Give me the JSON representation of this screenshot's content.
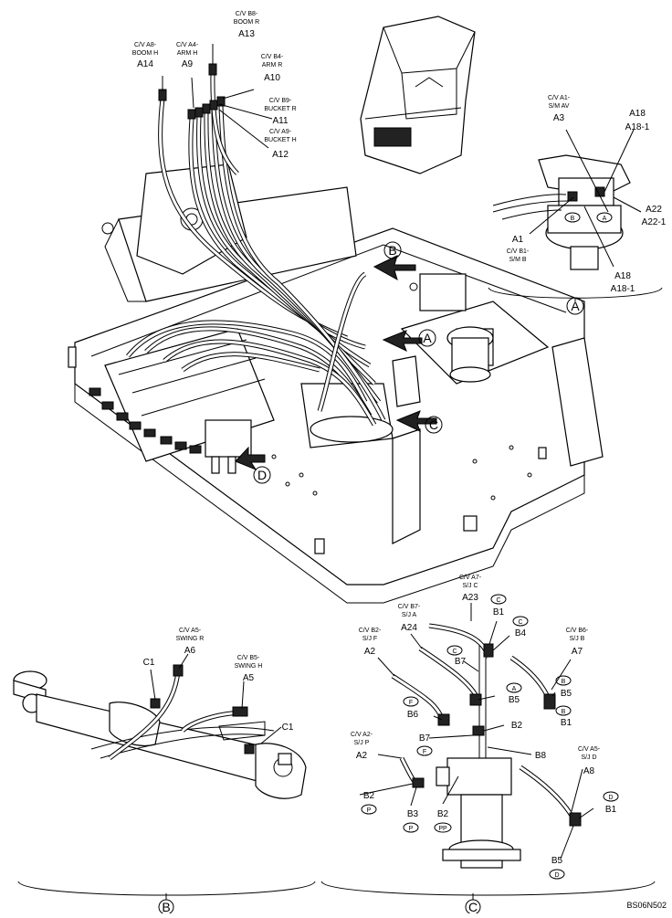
{
  "callouts": [
    {
      "id": "a14",
      "sub": [
        "C/V A8-",
        "BOOM H"
      ],
      "code": "A14"
    },
    {
      "id": "a9",
      "sub": [
        "C/V A4-",
        "ARM H"
      ],
      "code": "A9"
    },
    {
      "id": "a13",
      "sub": [
        "C/V B8-",
        "BOOM R"
      ],
      "code": "A13"
    },
    {
      "id": "a10",
      "sub": [
        "C/V B4-",
        "ARM R"
      ],
      "code": "A10"
    },
    {
      "id": "a11",
      "sub": [
        "C/V B9-",
        "BUCKET R"
      ],
      "code": "A11"
    },
    {
      "id": "a12",
      "sub": [
        "C/V A9-",
        "BUCKET H"
      ],
      "code": "A12"
    },
    {
      "id": "a3",
      "sub": [
        "C/V A1-",
        "S/M AV"
      ],
      "code": "A3"
    },
    {
      "id": "a18top",
      "sub": [],
      "code": "A18",
      "code2": "A18-1"
    },
    {
      "id": "a22",
      "sub": [],
      "code": "A22",
      "code2": "A22-1"
    },
    {
      "id": "a1",
      "sub": [
        "C/V B1-",
        "S/M B"
      ],
      "code": "A1"
    },
    {
      "id": "a18bot",
      "sub": [],
      "code": "A18",
      "code2": "A18-1"
    },
    {
      "id": "a6",
      "sub": [
        "C/V A5-",
        "SWING R"
      ],
      "code": "A6"
    },
    {
      "id": "a5",
      "sub": [
        "C/V B5-",
        "SWING H"
      ],
      "code": "A5"
    },
    {
      "id": "a23",
      "sub": [
        "C/V A7-",
        "S/J C"
      ],
      "code": "A23"
    },
    {
      "id": "a24",
      "sub": [
        "C/V B7-",
        "S/J A"
      ],
      "code": "A24"
    },
    {
      "id": "a2top",
      "sub": [
        "C/V B2-",
        "S/J F"
      ],
      "code": "A2"
    },
    {
      "id": "a7",
      "sub": [
        "C/V B6-",
        "S/J B"
      ],
      "code": "A7"
    },
    {
      "id": "a2bot",
      "sub": [
        "C/V A2-",
        "S/J P"
      ],
      "code": "A2"
    },
    {
      "id": "a8",
      "sub": [
        "C/V A5-",
        "S/J D"
      ],
      "code": "A8"
    }
  ],
  "fitting_labels": {
    "c1a": "C1",
    "c1b": "C1",
    "b1c": "B1",
    "b4": "B4",
    "b7": "B7",
    "b5a": "B5",
    "b6": "B6",
    "b2r": "B2",
    "b7f": "B7",
    "b8": "B8",
    "b2p": "B2",
    "b3": "B3",
    "b2pp": "B2",
    "b5b": "B5",
    "b1b": "B1",
    "b1d": "B1",
    "b5d": "B5"
  },
  "port_circles": {
    "inset_b": "B",
    "inset_a": "A",
    "c1": "C",
    "c2": "C",
    "c3": "C",
    "b_top": "B",
    "a_mid": "A",
    "b_low": "B",
    "f1": "F",
    "f2": "F",
    "p1": "P",
    "p2": "P",
    "pp": "PP",
    "d1": "D",
    "d2": "D"
  },
  "view_markers": {
    "A": "A",
    "B": "B",
    "C": "C",
    "D": "D"
  },
  "section_labels": {
    "inset_a": "A",
    "view_b": "B",
    "view_c": "C"
  },
  "drawing_code": "BS06N502"
}
